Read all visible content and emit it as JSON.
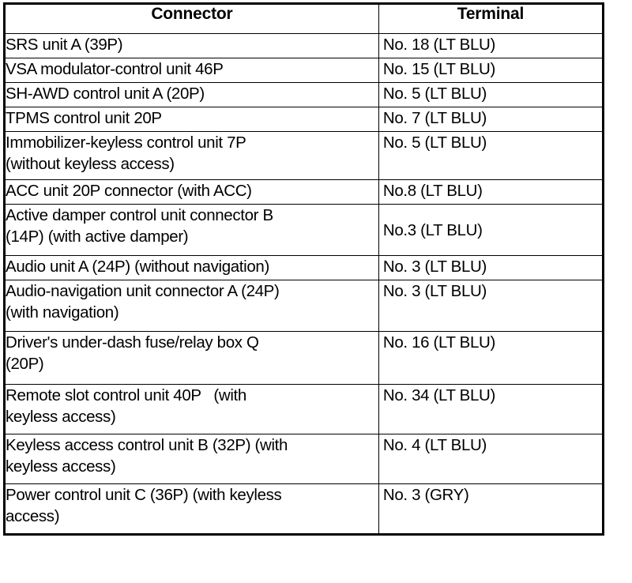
{
  "table": {
    "headers": {
      "connector": "Connector",
      "terminal": "Terminal"
    },
    "rows": [
      {
        "connector": "SRS unit A (39P)",
        "terminal": "No. 18 (LT BLU)"
      },
      {
        "connector": "VSA modulator-control unit 46P",
        "terminal": "No. 15 (LT BLU)"
      },
      {
        "connector": "SH-AWD control unit A (20P)",
        "terminal": "No. 5 (LT BLU)"
      },
      {
        "connector": "TPMS control unit 20P",
        "terminal": "No. 7 (LT BLU)"
      },
      {
        "connector": "Immobilizer-keyless control unit 7P\n(without keyless access)",
        "terminal": "No. 5 (LT BLU)"
      },
      {
        "connector": "ACC unit 20P connector (with ACC)",
        "terminal": "No.8 (LT BLU)"
      },
      {
        "connector": "Active damper control unit connector B\n(14P) (with active damper)",
        "terminal": "No.3 (LT BLU)"
      },
      {
        "connector": "Audio unit A (24P) (without navigation)",
        "terminal": "No. 3 (LT BLU)"
      },
      {
        "connector": "Audio-navigation unit connector A (24P)\n(with navigation)",
        "terminal": "No. 3 (LT BLU)"
      },
      {
        "connector": "Driver's under-dash fuse/relay box Q\n(20P)",
        "terminal": "No. 16 (LT BLU)"
      },
      {
        "connector": "Remote slot control unit 40P   (with\nkeyless access)",
        "terminal": "No. 34 (LT BLU)"
      },
      {
        "connector": "Keyless access control unit B (32P) (with\nkeyless access)",
        "terminal": "No. 4 (LT BLU)"
      },
      {
        "connector": "Power control unit C (36P) (with keyless\naccess)",
        "terminal": "No. 3 (GRY)"
      }
    ]
  },
  "colors": {
    "background": "#ffffff",
    "text": "#000000",
    "border": "#000000"
  }
}
